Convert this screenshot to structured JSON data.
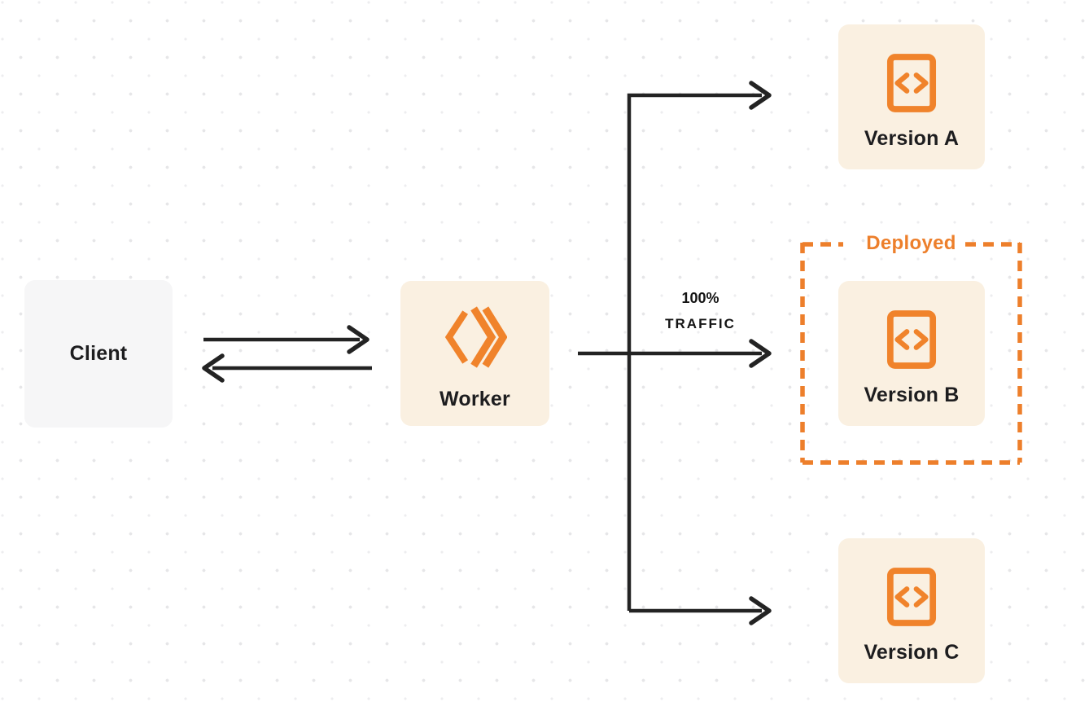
{
  "diagram": {
    "client": {
      "label": "Client"
    },
    "worker": {
      "label": "Worker"
    },
    "traffic": {
      "line1": "100%",
      "line2": "TRAFFIC"
    },
    "deployed_label": "Deployed",
    "versions": [
      {
        "label": "Version A"
      },
      {
        "label": "Version B"
      },
      {
        "label": "Version C"
      }
    ],
    "colors": {
      "orange_icon": "#f0832b",
      "orange_dashed": "#ed7f2b",
      "node_cream_bg": "#faf0e1",
      "node_gray_bg": "#f6f6f7",
      "connector_dark": "#232323",
      "text_dark": "#1d1d1f",
      "dot_grid": "#e6e6e8",
      "background": "#ffffff"
    }
  }
}
